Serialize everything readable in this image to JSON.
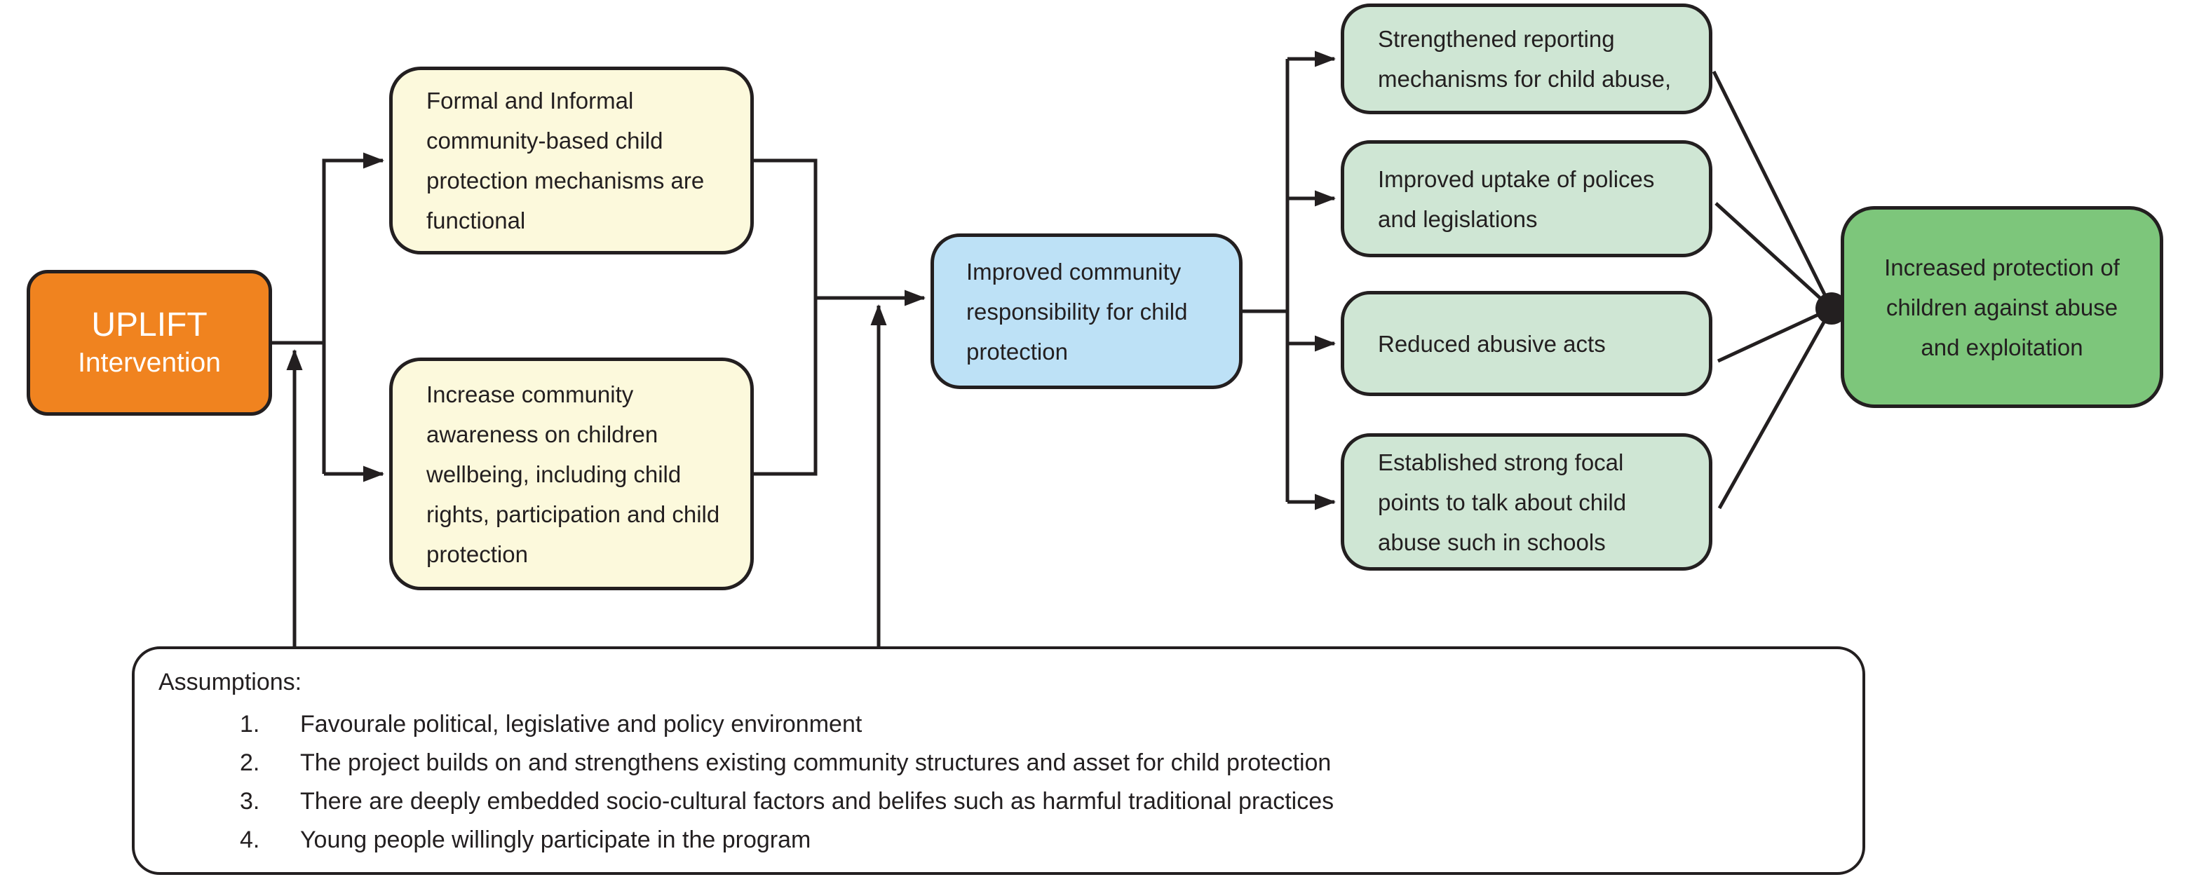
{
  "colors": {
    "background": "#ffffff",
    "ink": "#231f20",
    "intervention_fill": "#f0831f",
    "intervention_text": "#ffffff",
    "output_fill": "#fcf9dc",
    "mid_outcome_fill": "#bde1f6",
    "outcome_fill": "#cfe6d4",
    "impact_fill": "#7dc67b"
  },
  "nodes": {
    "intervention": {
      "title": "UPLIFT",
      "subtitle": "Intervention"
    },
    "output_top": {
      "text": "Formal and Informal community-based child protection mechanisms are functional"
    },
    "output_bottom": {
      "text": "Increase community awareness on children wellbeing, including child rights, participation and child protection"
    },
    "mid_outcome": {
      "text": "Improved community responsibility for child protection"
    },
    "outcome_1": {
      "text": "Strengthened reporting mechanisms for child abuse,"
    },
    "outcome_2": {
      "text": "Improved uptake of polices and legislations"
    },
    "outcome_3": {
      "text": "Reduced abusive acts"
    },
    "outcome_4": {
      "text": "Established strong focal points to talk about child abuse such in schools"
    },
    "impact": {
      "text": "Increased protection of children against abuse and exploitation"
    }
  },
  "assumptions": {
    "title": "Assumptions:",
    "items": [
      {
        "num": "1.",
        "text": "Favourale political, legislative and policy environment"
      },
      {
        "num": "2.",
        "text": "The project builds on and strengthens existing community structures and asset for child protection"
      },
      {
        "num": "3.",
        "text": "There are deeply embedded socio-cultural factors and belifes such as harmful traditional practices"
      },
      {
        "num": "4.",
        "text": "Young people willingly participate in the program"
      }
    ]
  }
}
